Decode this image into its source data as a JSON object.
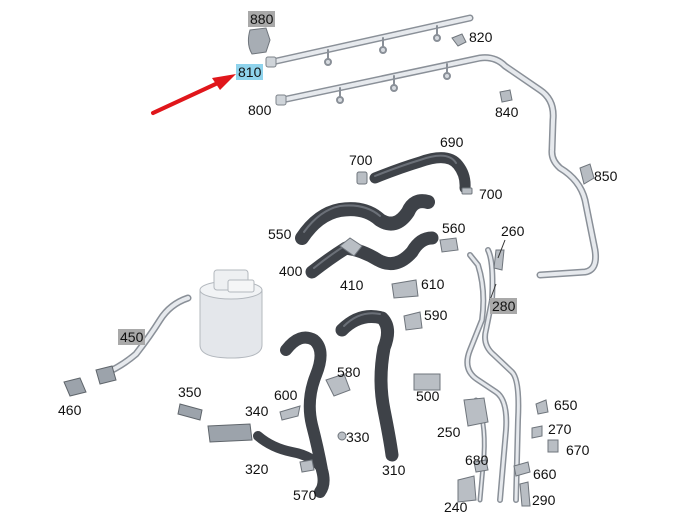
{
  "diagram": {
    "colors": {
      "hose": "#3e4248",
      "hose_highlight": "#6b7078",
      "pipe_outline": "#8a9098",
      "pipe_fill": "#dfe3e8",
      "clip": "#9ca3ab",
      "arrow": "#e0161b",
      "label_gray": "#a9a9a9",
      "label_blue": "#8fd3ec"
    },
    "highlighted_part": "810",
    "labels": {
      "p880": "880",
      "p810": "810",
      "p800": "800",
      "p820": "820",
      "p840": "840",
      "p850": "850",
      "p690": "690",
      "p700a": "700",
      "p700b": "700",
      "p550": "550",
      "p560": "560",
      "p260": "260",
      "p400": "400",
      "p410": "410",
      "p610": "610",
      "p280": "280",
      "p590": "590",
      "p450": "450",
      "p460": "460",
      "p350": "350",
      "p340": "340",
      "p600": "600",
      "p580": "580",
      "p500": "500",
      "p330": "330",
      "p320": "320",
      "p570": "570",
      "p310": "310",
      "p250": "250",
      "p650": "650",
      "p270": "270",
      "p670": "670",
      "p680": "680",
      "p660": "660",
      "p290": "290",
      "p240": "240"
    }
  }
}
